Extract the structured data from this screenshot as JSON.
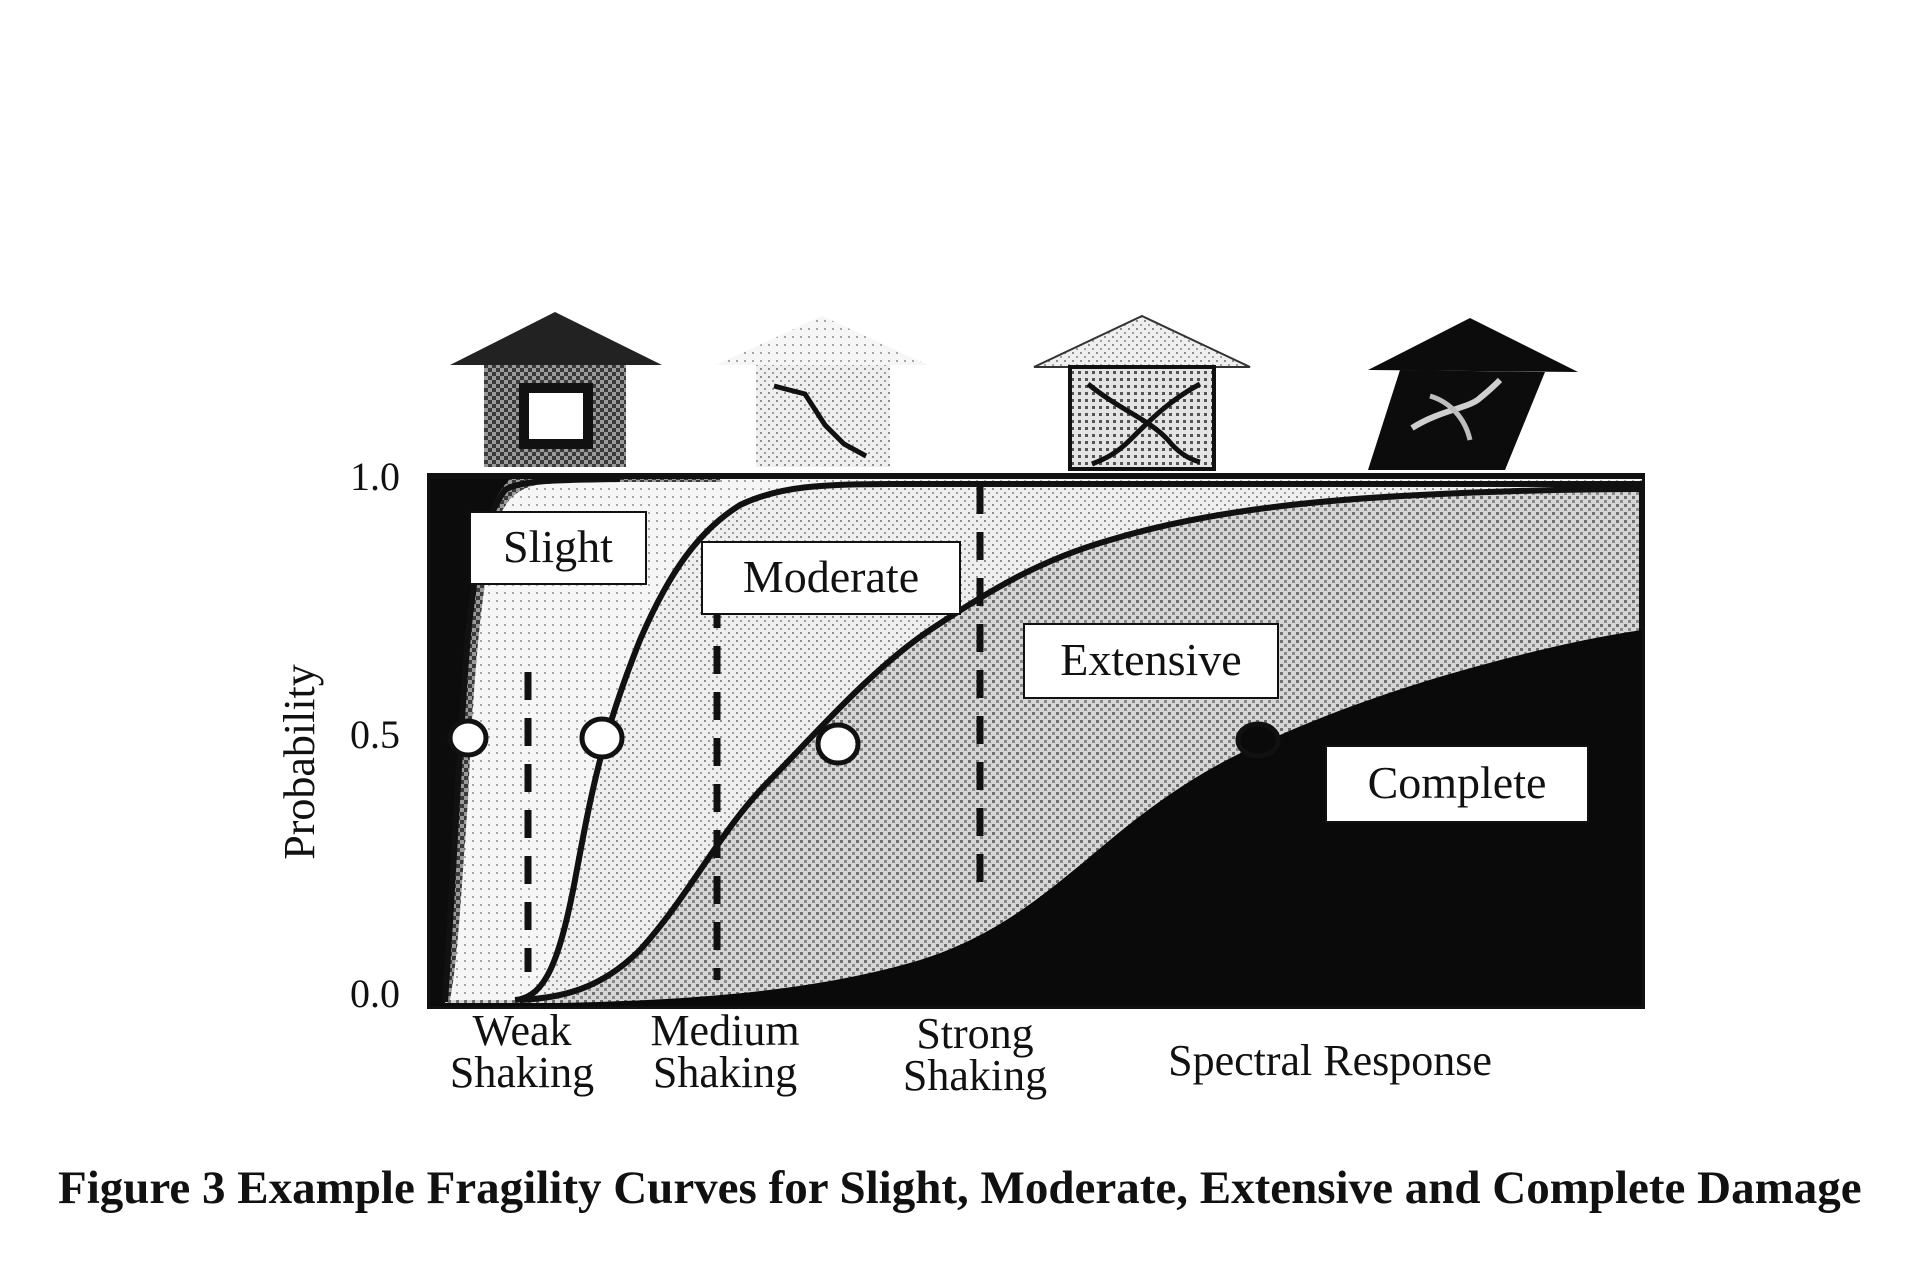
{
  "figure": {
    "caption": "Figure 3 Example Fragility Curves for Slight, Moderate, Extensive and Complete Damage",
    "y_axis_label": "Probability",
    "x_axis_label": "Spectral Response",
    "y_ticks": [
      "1.0",
      "0.5",
      "0.0"
    ],
    "shaking_levels": [
      {
        "line1": "Weak",
        "line2": "Shaking"
      },
      {
        "line1": "Medium",
        "line2": "Shaking"
      },
      {
        "line1": "Strong",
        "line2": "Shaking"
      }
    ],
    "damage_states": [
      "Slight",
      "Moderate",
      "Extensive",
      "Complete"
    ],
    "damage_icons": [
      "house-intact-icon",
      "house-cracked-icon",
      "house-x-cracked-icon",
      "house-collapsed-icon"
    ]
  },
  "chart_data": {
    "type": "area",
    "ylim": [
      0,
      1
    ],
    "ylabel": "Probability",
    "xlabel": "Spectral Response",
    "y_ticks": [
      0.0,
      0.5,
      1.0
    ],
    "x_tick_labels": [
      "Weak Shaking",
      "Medium Shaking",
      "Strong Shaking"
    ],
    "series": [
      {
        "name": "Slight",
        "median_marker_probability": 0.5
      },
      {
        "name": "Moderate",
        "median_marker_probability": 0.5
      },
      {
        "name": "Extensive",
        "median_marker_probability": 0.5
      },
      {
        "name": "Complete",
        "median_marker_probability": 0.5
      }
    ],
    "grid": false
  }
}
